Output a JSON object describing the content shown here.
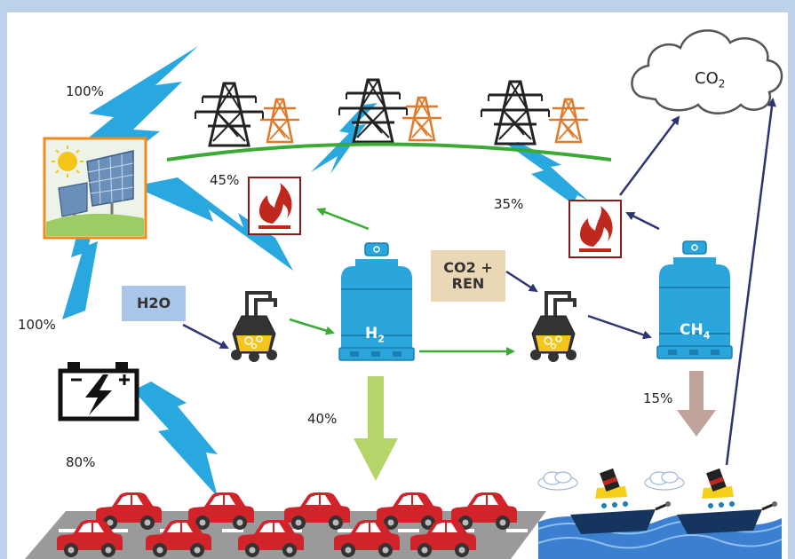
{
  "percentages": {
    "solar_in": "100%",
    "solar_to_battery": "100%",
    "battery_to_cars": "80%",
    "h2_to_power": "45%",
    "ch4_to_power": "35%",
    "h2_to_cars": "40%",
    "ch4_to_ships": "15%"
  },
  "labels": {
    "water": "H2O",
    "co2_ren_line1": "CO2 +",
    "co2_ren_line2": "REN",
    "hydrogen_main": "H",
    "hydrogen_sub": "2",
    "methane_main": "CH",
    "methane_sub": "4",
    "co2_main": "CO",
    "co2_sub": "2"
  },
  "colors": {
    "frame": "#bcd2ea",
    "lightning": "#29a8e0",
    "grid_line": "#3aaa35",
    "green_arrow": "#3aaa35",
    "navy_arrow": "#2e3470",
    "tank_blue": "#2aa6dc",
    "h2_use_arrow": "#b5d56a",
    "ch4_use_arrow": "#c0a39b",
    "fire_red": "#c0281e",
    "car_red": "#d0242a",
    "water_box": "#a9c5e8",
    "co2_box": "#ead7b5",
    "solar_border": "#f08c1e"
  },
  "icons": [
    "solar-panel-icon",
    "battery-icon",
    "pylon-icon",
    "flame-icon",
    "gas-tank-icon",
    "reactor-icon",
    "car-icon",
    "ship-icon",
    "cloud-icon",
    "lightning-icon"
  ]
}
